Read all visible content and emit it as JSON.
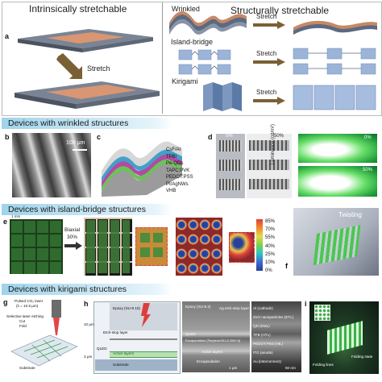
{
  "top": {
    "intrinsic_title": "Intrinsically stretchable",
    "structural_title": "Structurally stretchable",
    "panel_a": "a",
    "stretch": "Stretch",
    "wrinkled": "Wrinkled",
    "island_bridge": "Island-bridge",
    "kirigami": "Kirigami"
  },
  "sections": {
    "wrinkled": "Devices with wrinkled structures",
    "island": "Devices with island-bridge structures",
    "kirigami": "Devices with kirigami structures"
  },
  "panel_b": {
    "label": "b",
    "scale": "100 μm"
  },
  "panel_c": {
    "label": "c",
    "layers": [
      "CsF/Al",
      "TPBi",
      "Pe-QDs",
      "TAPC:PVK",
      "PEDOT:PSS",
      "PI/AgNWs",
      "VHB"
    ]
  },
  "panel_d": {
    "label": "d",
    "strain0": "0%",
    "strain50": "50%",
    "luminance": "Luminance (cd/m²)"
  },
  "panel_e": {
    "label": "e",
    "biaxial": "Biaxial",
    "biaxial_pct": "30%",
    "scale": "1 mm"
  },
  "panel_f": {
    "label": "f",
    "twisting": "Twisting",
    "colorbar": [
      "85%",
      "70%",
      "55%",
      "40%",
      "25%",
      "10%",
      "0%"
    ]
  },
  "panel_g": {
    "label": "g",
    "laser": "Pulsed CO₂ laser",
    "laser_wavelength": "(λ = 10.6 μm)",
    "selective": "Selective laser etching",
    "cut": "Cut",
    "fold": "Fold",
    "substrate": "Substrate"
  },
  "panel_h": {
    "label": "h",
    "epoxy": "Epoxy (SU-8 10)",
    "etch_stop": "Etch-stop layer",
    "qled": "QLED",
    "active": "Active layers",
    "substrate": "Substrate",
    "z10": "10 μm",
    "z3": "3 μm",
    "mid_epoxy": "Epoxy (SU-8 2)",
    "ag_etch": "Ag etch-stop layer",
    "mid_qled": "QLED",
    "encap1": "Encapsulation (Parylene/SU-8 2000.5)",
    "mid_active": "Active layers",
    "encap2": "Encapsulation",
    "scale_mid": "1 μm",
    "layers_right": [
      "Al (cathode)",
      "ZnO nanoparticles (ETL)",
      "QD (EML)",
      "TFB (HTL)",
      "PEDOT:PSS (HIL)",
      "ITO (anode)",
      "Au (interconnect)"
    ],
    "scale_right": "50 nm"
  },
  "panel_i": {
    "label": "i",
    "folding_lines": "Folding lines",
    "folding_state": "Folding state"
  }
}
